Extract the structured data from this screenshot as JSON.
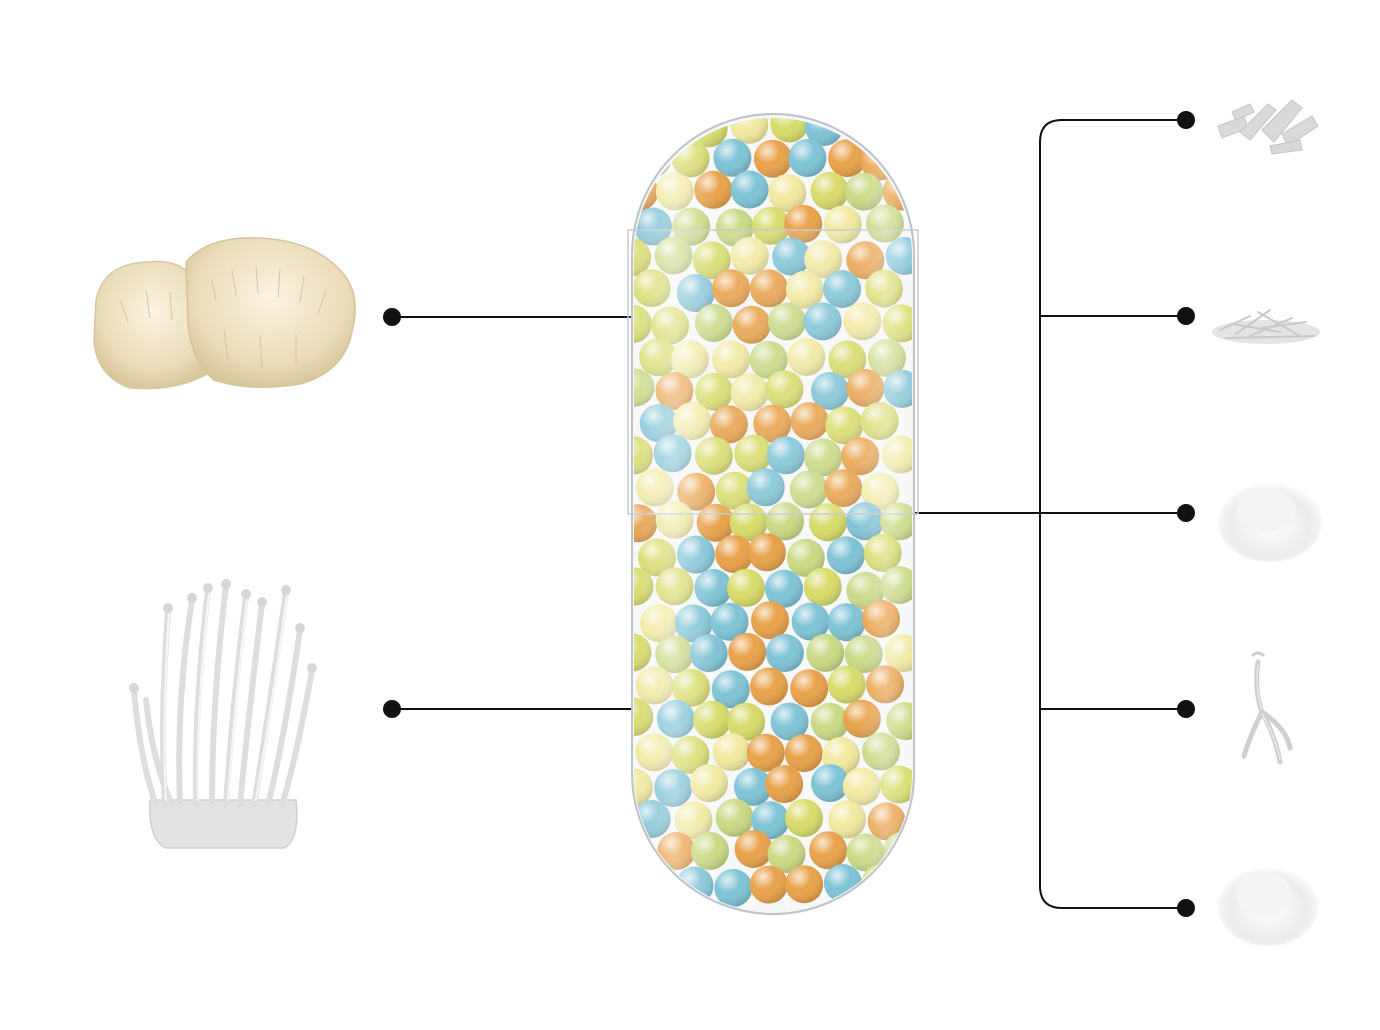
{
  "colors": {
    "background": "#ffffff",
    "connector": "#111111",
    "capsule_shell": "#d9dde0",
    "bead_colors": [
      "#7fc4d6",
      "#e9a24a",
      "#d8dc6a",
      "#f2eaa0",
      "#c9da84"
    ],
    "lions_mane": "#efe4c8",
    "cordyceps": "#e6e6e6",
    "ingredient_gray": "#dcdcdc"
  },
  "left_ingredients": [
    {
      "name": "lions-mane-mushroom-image",
      "icon": "lions-mane-mushroom"
    },
    {
      "name": "cordyceps-mushroom-image",
      "icon": "cordyceps-mushroom"
    }
  ],
  "right_ingredients": [
    {
      "name": "dried-root-pieces-image",
      "icon": "dried-pieces"
    },
    {
      "name": "shredded-herb-image",
      "icon": "shredded-herb"
    },
    {
      "name": "fine-powder-pile-image",
      "icon": "powder-pile"
    },
    {
      "name": "ginseng-root-image",
      "icon": "ginseng-root"
    },
    {
      "name": "powder-mound-image",
      "icon": "powder-mound"
    }
  ],
  "center": {
    "icon": "capsule-with-beads"
  }
}
